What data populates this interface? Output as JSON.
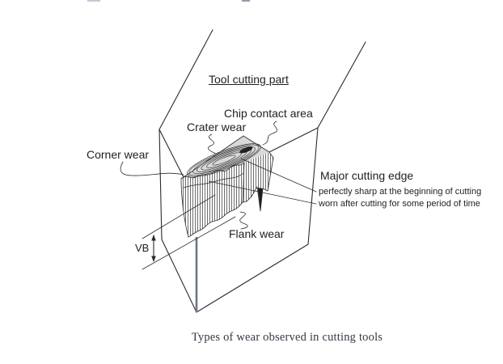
{
  "diagram": {
    "title": "Tool cutting part",
    "labels": {
      "chip_contact_area": "Chip contact area",
      "crater_wear": "Crater wear",
      "corner_wear": "Corner wear",
      "major_cutting_edge": "Major cutting edge",
      "sharp_note": "perfectly sharp at the beginning of cutting",
      "worn_note": "worn after cutting for some period of time",
      "flank_wear": "Flank wear",
      "vb": "VB"
    },
    "caption": "Types of wear observed in cutting tools",
    "colors": {
      "line": "#2b2b2b",
      "top_face": "#d9d9d9",
      "corner_edge": "#6b7486",
      "label_text": "#1f1f1f",
      "caption_text": "#343a44"
    }
  }
}
